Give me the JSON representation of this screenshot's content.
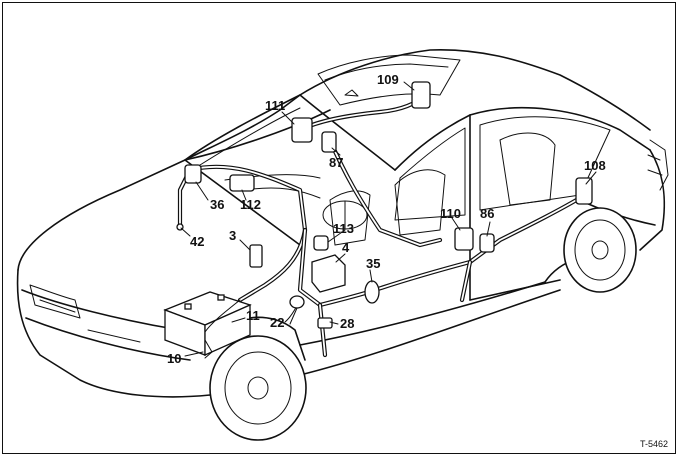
{
  "diagram": {
    "callouts": [
      {
        "id": "c109",
        "text": "109"
      },
      {
        "id": "c111",
        "text": "111"
      },
      {
        "id": "c87",
        "text": "87"
      },
      {
        "id": "c108",
        "text": "108"
      },
      {
        "id": "c36",
        "text": "36"
      },
      {
        "id": "c112",
        "text": "112"
      },
      {
        "id": "c110",
        "text": "110"
      },
      {
        "id": "c86",
        "text": "86"
      },
      {
        "id": "c113",
        "text": "113"
      },
      {
        "id": "c42",
        "text": "42"
      },
      {
        "id": "c3",
        "text": "3"
      },
      {
        "id": "c4",
        "text": "4"
      },
      {
        "id": "c35",
        "text": "35"
      },
      {
        "id": "c11",
        "text": "11"
      },
      {
        "id": "c22",
        "text": "22"
      },
      {
        "id": "c28",
        "text": "28"
      },
      {
        "id": "c10",
        "text": "10"
      }
    ],
    "reference": "T-5462"
  }
}
